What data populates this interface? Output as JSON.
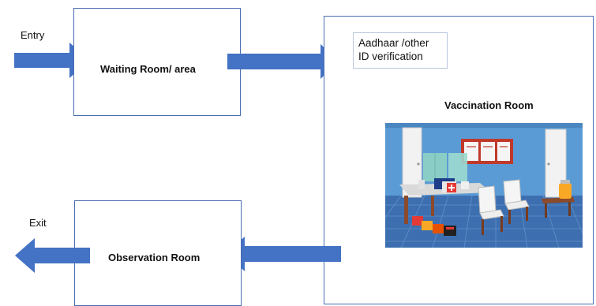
{
  "labels": {
    "entry": "Entry",
    "exit": "Exit"
  },
  "rooms": {
    "waiting": "Waiting Room/ area",
    "vaccination": "Vaccination Room",
    "observation": "Observation Room"
  },
  "verification": {
    "line1": "Aadhaar /other",
    "line2": "ID verification"
  },
  "colors": {
    "arrow": "#4472c4",
    "box_border": "#4a6db0"
  }
}
